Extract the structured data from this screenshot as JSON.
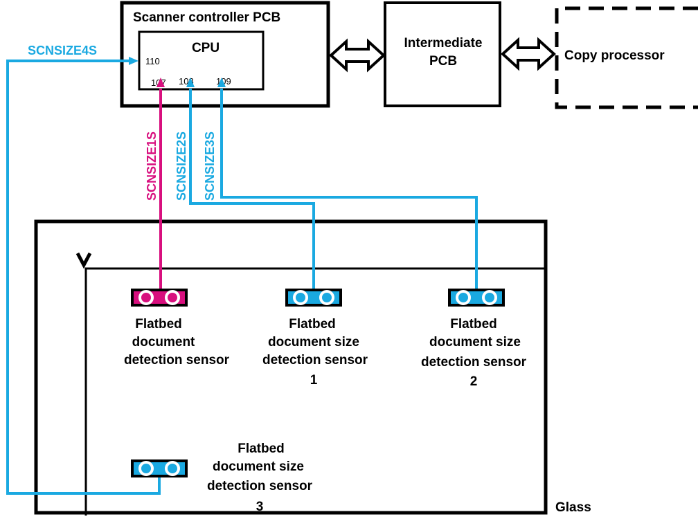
{
  "colors": {
    "cyan": "#1aa9e1",
    "magenta": "#d80f7e",
    "black": "#000000"
  },
  "boxes": {
    "scanner_pcb": "Scanner controller PCB",
    "cpu": "CPU",
    "intermediate_line1": "Intermediate",
    "intermediate_line2": "PCB",
    "copy_processor": "Copy processor",
    "glass": "Glass"
  },
  "pins": {
    "p110": "110",
    "p107": "107",
    "p108": "108",
    "p109": "109"
  },
  "signals": {
    "s1": "SCNSIZE1S",
    "s2": "SCNSIZE2S",
    "s3": "SCNSIZE3S",
    "s4": "SCNSIZE4S"
  },
  "sensors": {
    "detection": [
      "Flatbed",
      "document",
      "detection sensor"
    ],
    "size1": [
      "Flatbed",
      "document size",
      "detection sensor",
      "1"
    ],
    "size2": [
      "Flatbed",
      "document size",
      "detection sensor",
      "2"
    ],
    "size3": [
      "Flatbed",
      "document size",
      "detection sensor",
      "3"
    ]
  }
}
